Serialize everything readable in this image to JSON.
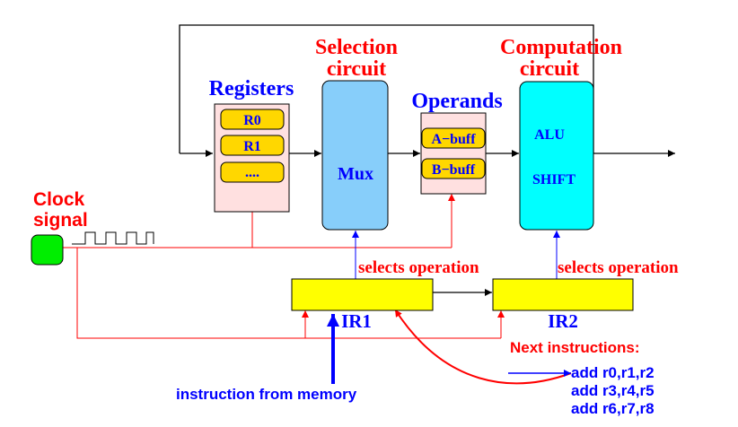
{
  "labels": {
    "registers": "Registers",
    "selection_line1": "Selection",
    "selection_line2": "circuit",
    "operands": "Operands",
    "computation_line1": "Computation",
    "computation_line2": "circuit",
    "clock_line1": "Clock",
    "clock_line2": "signal",
    "selects_op_1": "selects operation",
    "selects_op_2": "selects operation",
    "ir1": "IR1",
    "ir2": "IR2",
    "instruction_from_memory": "instruction from memory",
    "next_instructions": "Next instructions:"
  },
  "registers": [
    "R0",
    "R1",
    "...."
  ],
  "mux_label": "Mux",
  "buffers": [
    "A−buff",
    "B−buff"
  ],
  "alu_label": "ALU",
  "shift_label": "SHIFT",
  "instructions": [
    "add r0,r1,r2",
    "add r3,r4,r5",
    "add r6,r7,r8"
  ],
  "colors": {
    "label_red": "#ff0000",
    "label_blue": "#0000ff",
    "wire_red": "#ff0000",
    "wire_blue": "#0000ff",
    "wire_black": "#000000",
    "register_bg": "#ffe0e0",
    "register_cell": "#ffd700",
    "mux": "#87cefa",
    "alu": "#00ffff",
    "ir": "#ffff00",
    "clock": "#00ee00"
  }
}
